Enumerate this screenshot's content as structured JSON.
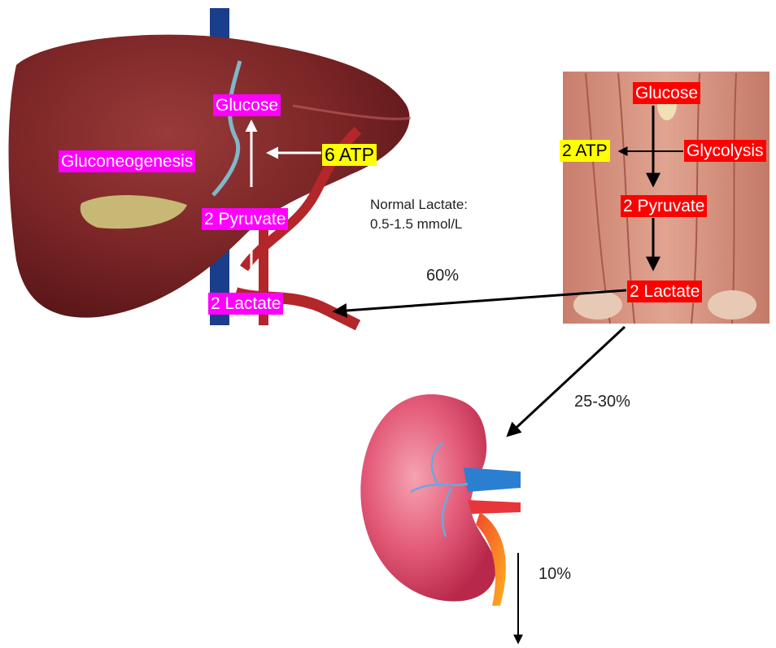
{
  "liver": {
    "glucose": "Glucose",
    "gluconeogenesis": "Gluconeogenesis",
    "atp": "6 ATP",
    "pyruvate": "2 Pyruvate",
    "lactate": "2 Lactate"
  },
  "muscle": {
    "glucose": "Glucose",
    "glycolysis": "Glycolysis",
    "atp": "2 ATP",
    "pyruvate": "2 Pyruvate",
    "lactate": "2 Lactate"
  },
  "normal_lactate": {
    "line1": "Normal Lactate:",
    "line2": "0.5-1.5 mmol/L"
  },
  "percentages": {
    "to_liver": "60%",
    "to_kidney": "25-30%",
    "excreted": "10%"
  },
  "colors": {
    "liver_label": "#ff00ff",
    "muscle_label": "#ff0000",
    "atp_label": "#ffff00"
  }
}
